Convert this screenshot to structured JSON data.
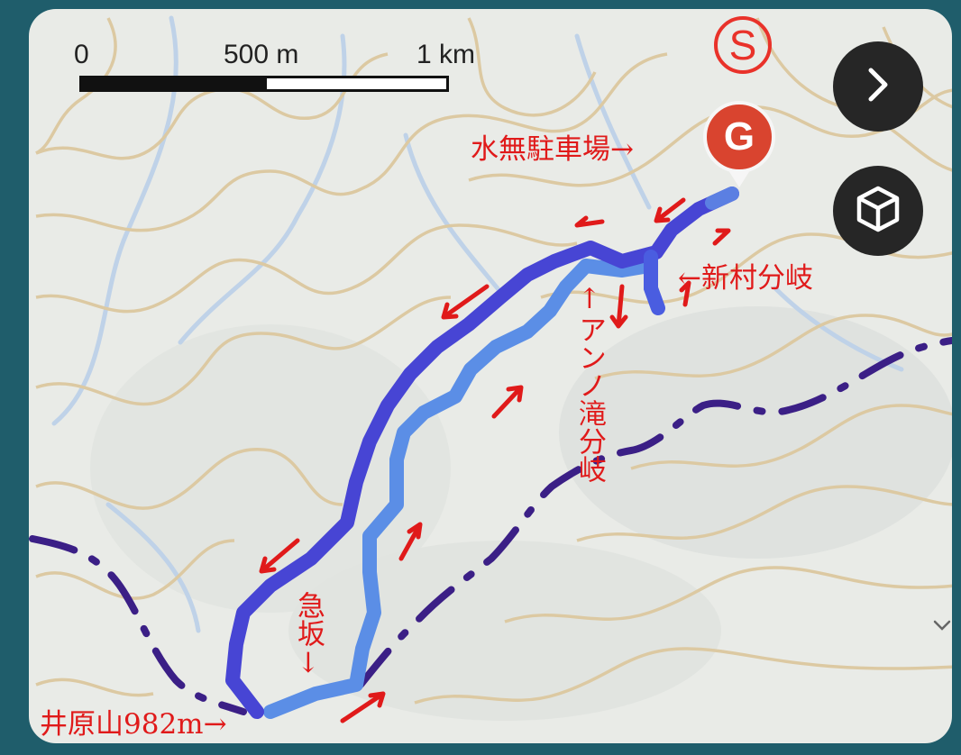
{
  "scale": {
    "label_0": "0",
    "label_500": "500 m",
    "label_1k": "1 km"
  },
  "buttons": {
    "next_icon": "chevron-right-icon",
    "view3d_icon": "cube-icon"
  },
  "markers": {
    "start": "S",
    "goal": "G"
  },
  "annotations": {
    "parking": "水無駐車場→",
    "shinmura": "←新村分岐",
    "anno_taki": "↑アンノ滝分岐",
    "kyuhan": "急坂↓",
    "ihara": "井原山982m→"
  },
  "colors": {
    "track_dark": "#4a47d6",
    "track_light": "#5a8fe8",
    "annotation": "#e01a1a",
    "boundary": "#3b1f86",
    "contour": "#dcc8a0",
    "water": "#bdd0e6"
  }
}
